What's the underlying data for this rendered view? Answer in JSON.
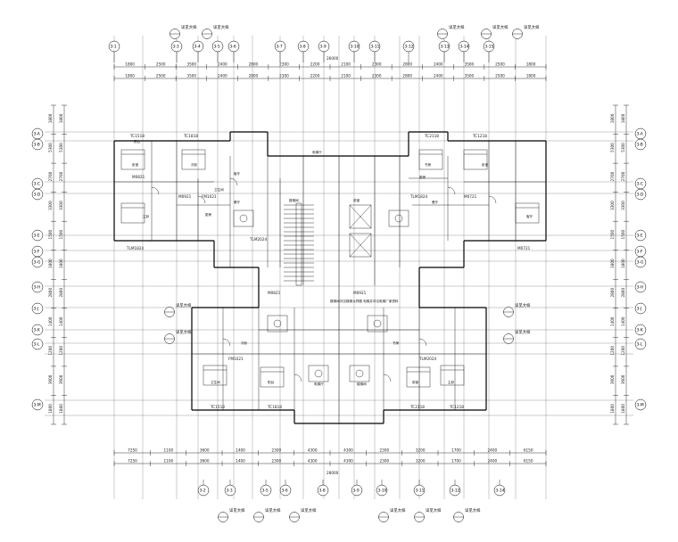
{
  "plan": {
    "top_dims_total": "26000",
    "bottom_dims_total": "28000",
    "top_dims": [
      "1800",
      "2500",
      "3500",
      "2400",
      "2800",
      "2300",
      "2200",
      "2100",
      "2300",
      "2800",
      "2400",
      "3500",
      "2500",
      "1800"
    ],
    "bottom_dims": [
      "7250",
      "1100",
      "3600",
      "1400",
      "2300",
      "4300",
      "4300",
      "2300",
      "3200",
      "1700",
      "2400",
      "6150"
    ],
    "left_dims": [
      "1800",
      "5300",
      "2700",
      "3300",
      "1500",
      "1800",
      "2800",
      "1400",
      "1200",
      "3600",
      "1800"
    ],
    "right_dims": [
      "1800",
      "5300",
      "2700",
      "3300",
      "1500",
      "1800",
      "2800",
      "1400",
      "1200",
      "3600",
      "1800"
    ],
    "top_axes": [
      "3-1",
      "3-3",
      "3-4",
      "3-5",
      "3-6",
      "3-7",
      "3-8",
      "3-9",
      "3-10",
      "3-11",
      "3-12",
      "3-13",
      "3-14",
      "3-15"
    ],
    "bottom_axes": [
      "3-2",
      "3-3",
      "3-5",
      "3-6",
      "3-8",
      "3-9",
      "3-10",
      "3-11",
      "3-12",
      "3-14"
    ],
    "left_axes": [
      "3-A",
      "3-B",
      "3-C",
      "3-D",
      "3-E",
      "3-F",
      "3-G",
      "3-H",
      "3-J",
      "3-K",
      "3-L",
      "3-M"
    ],
    "right_axes": [
      "3-A",
      "3-B",
      "3-C",
      "3-D",
      "3-E",
      "3-F",
      "3-G",
      "3-H",
      "3-J",
      "3-K",
      "3-L",
      "3-M"
    ],
    "room_labels": [
      "卧室",
      "客厅",
      "餐厅",
      "厨房",
      "卫生间",
      "阳台",
      "电梯厅",
      "楼梯间",
      "前室",
      "主卧",
      "次卧",
      "书房"
    ],
    "door_tags": [
      "M0821",
      "M0921",
      "FM1021",
      "TLM2024",
      "TLM1824",
      "M0721"
    ],
    "window_tags": [
      "TC1518",
      "TC1818",
      "TC2118",
      "TC1218"
    ],
    "annotation": "楼梯间详见楼梯大样图 电梯井详见电梯厂家资料",
    "bubble_label": "详见大样"
  }
}
